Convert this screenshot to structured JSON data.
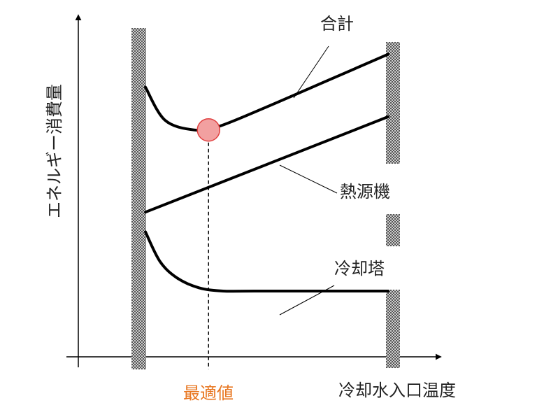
{
  "chart_data": {
    "type": "line",
    "ylabel": "エネルギー消費量",
    "xlabel": "冷却水入口温度",
    "optimum_label": "最適値",
    "optimum_marker_color": "#f2a0a0",
    "optimum_text_color": "#e87722",
    "line_color": "#000000",
    "boundary_pattern": "hatched",
    "series": [
      {
        "name": "合計",
        "x": [
          0.0,
          0.08,
          0.2,
          0.3,
          0.5,
          0.75,
          1.0
        ],
        "y": [
          0.82,
          0.72,
          0.69,
          0.7,
          0.76,
          0.84,
          0.92
        ]
      },
      {
        "name": "熱源機",
        "x": [
          0.0,
          1.0
        ],
        "y": [
          0.44,
          0.73
        ]
      },
      {
        "name": "冷却塔",
        "x": [
          0.0,
          0.06,
          0.13,
          0.22,
          0.32,
          0.45,
          1.0
        ],
        "y": [
          0.38,
          0.29,
          0.24,
          0.21,
          0.2,
          0.2,
          0.2
        ]
      }
    ],
    "optimum": {
      "x": 0.26,
      "y": 0.69
    }
  }
}
